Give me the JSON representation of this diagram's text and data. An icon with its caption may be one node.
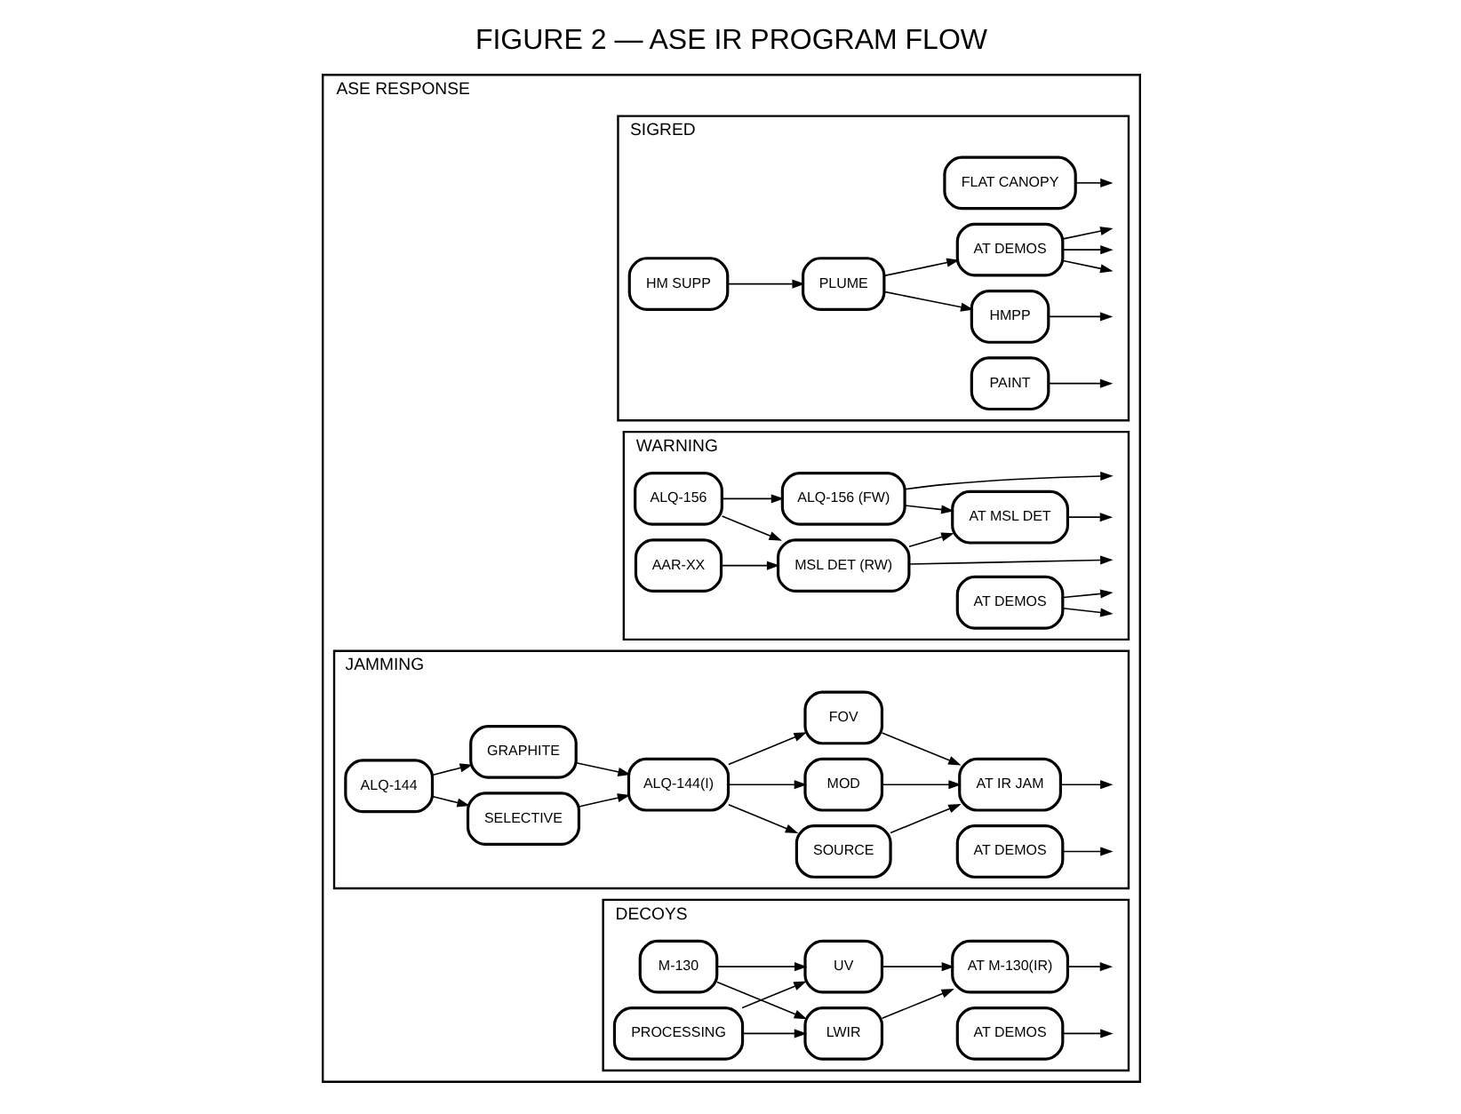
{
  "diagram": {
    "title": "FIGURE 2 — ASE IR PROGRAM FLOW",
    "nodes": [
      {
        "text": [
          "ASE RESPONSE"
        ]
      },
      {
        "text": [
          "SIGRED"
        ],
        "in": 0
      },
      {
        "text": [
          "FLAT CANOPY"
        ],
        "in": 1
      },
      {
        "text": [
          "HM SUPP"
        ],
        "in": 1
      },
      {
        "text": [
          "PLUME"
        ],
        "in": 1
      },
      {
        "text": [
          "HMPP"
        ],
        "in": 1
      },
      {
        "text": [
          "AT DEMOS"
        ],
        "in": 1
      },
      {
        "text": [
          "PAINT"
        ],
        "in": 1
      },
      {
        "text": [
          "WARNING"
        ],
        "in": 0
      },
      {
        "text": [
          "ALQ-156"
        ],
        "in": 8
      },
      {
        "text": [
          "ALQ-156 (FW)"
        ],
        "in": 8
      },
      {
        "text": [
          "AAR-XX"
        ],
        "in": 8
      },
      {
        "text": [
          "MSL DET (RW)"
        ],
        "in": 8
      },
      {
        "text": [
          "AT DEMOS"
        ],
        "in": 8
      },
      {
        "text": [
          "AT MSL DET"
        ],
        "in": 8
      },
      {
        "text": [
          "JAMMING"
        ],
        "in": 0
      },
      {
        "text": [
          "ALQ-144"
        ],
        "in": 15
      },
      {
        "text": [
          "SELECTIVE"
        ],
        "in": 15
      },
      {
        "text": [
          "GRAPHITE"
        ],
        "in": 15
      },
      {
        "text": [
          "ALQ-144(I)"
        ],
        "in": 15
      },
      {
        "text": [
          "MOD"
        ],
        "in": 15
      },
      {
        "text": [
          "FOV"
        ],
        "in": 15
      },
      {
        "text": [
          "SOURCE"
        ],
        "in": 15
      },
      {
        "text": [
          "AT IR JAM"
        ],
        "in": 15
      },
      {
        "text": [
          "AT DEMOS"
        ],
        "in": 15
      },
      {
        "text": [
          "DECOYS"
        ],
        "in": 0
      },
      {
        "text": [
          "M-130"
        ],
        "in": 25
      },
      {
        "text": [
          "PROCESSING"
        ],
        "in": 25
      },
      {
        "text": [
          "LWIR"
        ],
        "in": 25
      },
      {
        "text": [
          "UV"
        ],
        "in": 25
      },
      {
        "text": [
          "AT M-130(IR)"
        ],
        "in": 25
      },
      {
        "text": [
          "AT DEMOS"
        ],
        "in": 25
      }
    ],
    "edges": [
      {
        "from": 2,
        "to": null,
        "arrow": "to"
      },
      {
        "from": 3,
        "to": 4,
        "arrow": "to"
      },
      {
        "from": 4,
        "to": 6,
        "arrow": "to"
      },
      {
        "from": 4,
        "to": 5,
        "arrow": "to"
      },
      {
        "from": 5,
        "to": null,
        "arrow": "to"
      },
      {
        "from": 6,
        "to": null,
        "arrow": "to"
      },
      {
        "from": 6,
        "to": null,
        "arrow": "to"
      },
      {
        "from": 6,
        "to": null,
        "arrow": "to"
      },
      {
        "from": 7,
        "to": null,
        "arrow": "to"
      },
      {
        "from": 9,
        "to": 10,
        "arrow": "to"
      },
      {
        "from": 9,
        "to": 12,
        "arrow": "to"
      },
      {
        "from": 10,
        "to": null,
        "arrow": "to"
      },
      {
        "from": 11,
        "to": 12,
        "arrow": "to"
      },
      {
        "from": 12,
        "to": null,
        "arrow": "to"
      },
      {
        "from": 13,
        "to": null,
        "arrow": "to"
      },
      {
        "from": 13,
        "to": null,
        "arrow": "to"
      },
      {
        "from": 10,
        "to": 14,
        "arrow": "to"
      },
      {
        "from": 12,
        "to": 14,
        "arrow": "to"
      },
      {
        "from": 14,
        "to": null,
        "arrow": "to"
      },
      {
        "from": 16,
        "to": 17,
        "arrow": "to"
      },
      {
        "from": 16,
        "to": 18,
        "arrow": "to"
      },
      {
        "from": 17,
        "to": 19,
        "arrow": "to"
      },
      {
        "from": 18,
        "to": 19,
        "arrow": "to"
      },
      {
        "from": 19,
        "to": 20,
        "arrow": "to"
      },
      {
        "from": 19,
        "to": 21,
        "arrow": "to"
      },
      {
        "from": 19,
        "to": 22,
        "arrow": "to"
      },
      {
        "from": 20,
        "to": 23,
        "arrow": "to"
      },
      {
        "from": 21,
        "to": 23,
        "arrow": "to"
      },
      {
        "from": 22,
        "to": 23,
        "arrow": "to"
      },
      {
        "from": 23,
        "to": null,
        "arrow": "to"
      },
      {
        "from": 24,
        "to": null,
        "arrow": "to"
      },
      {
        "from": 26,
        "to": 28,
        "arrow": "to"
      },
      {
        "from": 26,
        "to": 29,
        "arrow": "to"
      },
      {
        "from": 27,
        "to": 28,
        "arrow": "to"
      },
      {
        "from": 27,
        "to": 29,
        "arrow": "to"
      },
      {
        "from": 28,
        "to": 30,
        "arrow": "to"
      },
      {
        "from": 29,
        "to": 30,
        "arrow": "to"
      },
      {
        "from": 30,
        "to": null,
        "arrow": "to"
      },
      {
        "from": 31,
        "to": null,
        "arrow": "to"
      }
    ]
  }
}
